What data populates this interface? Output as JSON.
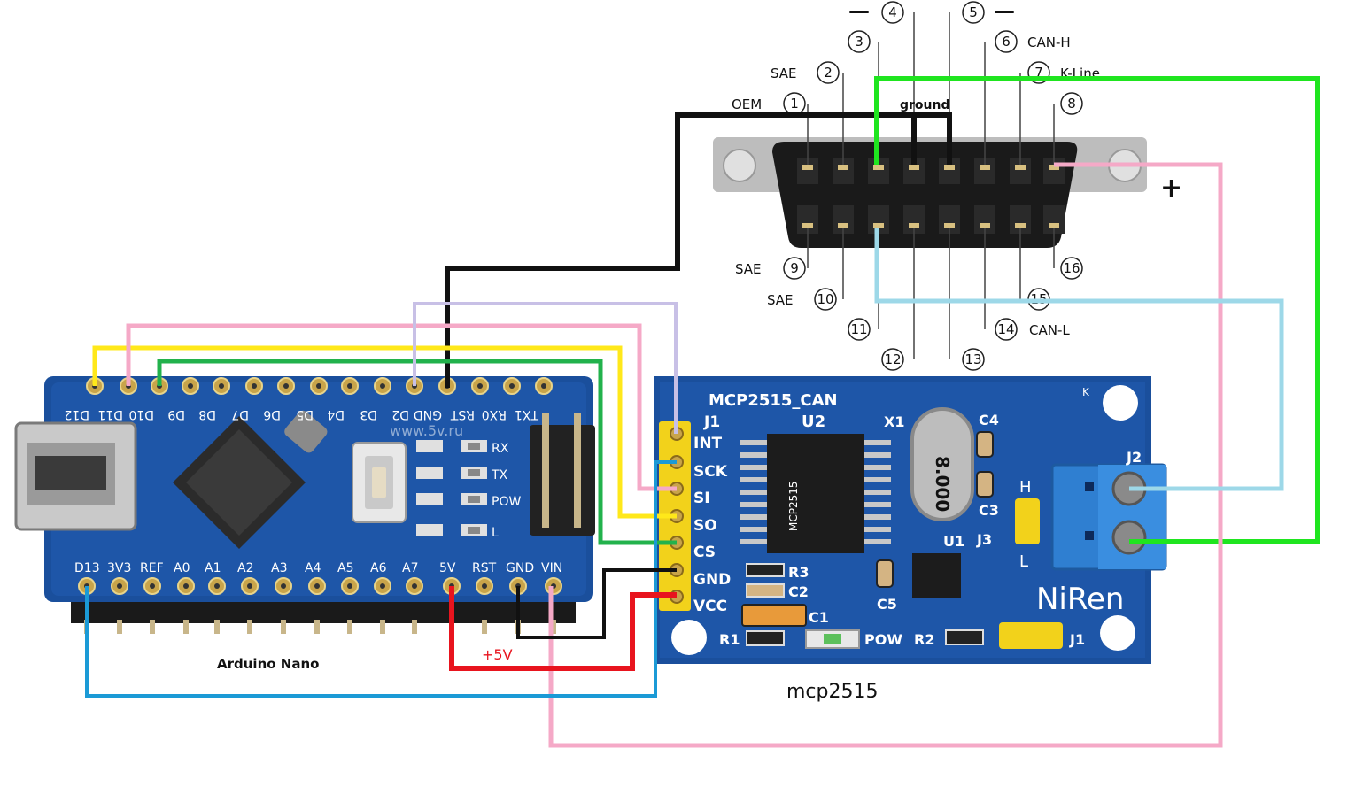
{
  "nano": {
    "caption": "Arduino Nano",
    "top_pins": [
      "D12",
      "D11",
      "D10",
      "D9",
      "D8",
      "D7",
      "D6",
      "D5",
      "D4",
      "D3",
      "D2",
      "GND",
      "RST",
      "RX0",
      "TX1"
    ],
    "bottom_pins": [
      "D13",
      "3V3",
      "REF",
      "A0",
      "A1",
      "A2",
      "A3",
      "A4",
      "A5",
      "A6",
      "A7",
      "5V",
      "RST",
      "GND",
      "VIN"
    ],
    "leds": [
      "RX",
      "TX",
      "POW",
      "L"
    ],
    "watermark": "www.5v.ru"
  },
  "mcp": {
    "caption": "mcp2515",
    "board_title": "MCP2515_CAN",
    "pins": [
      "INT",
      "SCK",
      "SI",
      "SO",
      "CS",
      "GND",
      "VCC"
    ],
    "j1": "J1",
    "u2": "U2",
    "x1": "X1",
    "crystal": "8.000",
    "chip_text": "MCP2515",
    "c4": "C4",
    "c3": "C3",
    "h": "H",
    "l": "L",
    "j3": "J3",
    "u1": "U1",
    "j2": "J2",
    "r3": "R3",
    "c2": "C2",
    "c5": "C5",
    "c1": "C1",
    "r1": "R1",
    "pow": "POW",
    "r2": "R2",
    "j1b": "J1",
    "brand": "NiRen",
    "k": "K"
  },
  "obd": {
    "pins": [
      {
        "num": "1",
        "label": "OEM"
      },
      {
        "num": "2",
        "label": "SAE"
      },
      {
        "num": "3",
        "label": ""
      },
      {
        "num": "4",
        "label": ""
      },
      {
        "num": "5",
        "label": ""
      },
      {
        "num": "6",
        "label": "CAN-H"
      },
      {
        "num": "7",
        "label": "K-Line"
      },
      {
        "num": "8",
        "label": ""
      },
      {
        "num": "9",
        "label": "SAE"
      },
      {
        "num": "10",
        "label": "SAE"
      },
      {
        "num": "11",
        "label": ""
      },
      {
        "num": "12",
        "label": ""
      },
      {
        "num": "13",
        "label": ""
      },
      {
        "num": "14",
        "label": "CAN-L"
      },
      {
        "num": "15",
        "label": ""
      },
      {
        "num": "16",
        "label": ""
      }
    ],
    "ground_label": "ground",
    "minus_left": "—",
    "minus_right": "—",
    "plus": "+"
  },
  "wires": {
    "five_v_label": "+5V",
    "colors": {
      "black": "#111111",
      "red": "#e8141e",
      "green": "#1fe51f",
      "dark_green": "#22b24c",
      "yellow": "#ffe81a",
      "pink": "#f5a9c7",
      "lavender": "#c8c0e6",
      "light_blue": "#9dd8e8",
      "blue": "#1b9ad6"
    }
  },
  "colors": {
    "pcb_blue": "#1a4f9c",
    "pcb_dark": "#0f3a7a",
    "header_yellow": "#f2d21b",
    "terminal_blue": "#2f7fd1"
  }
}
